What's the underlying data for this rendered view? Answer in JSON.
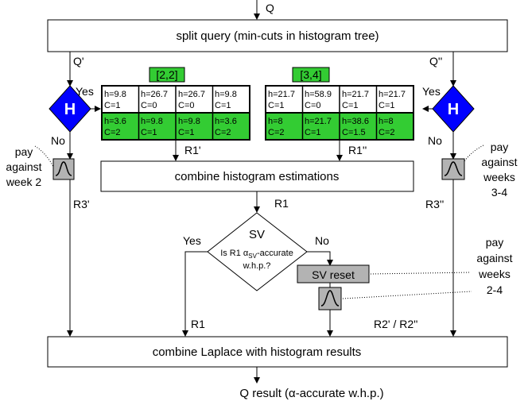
{
  "top": {
    "input_label": "Q",
    "output_label": "Q result (α-accurate w.h.p.)"
  },
  "split": {
    "label": "split query (min-cuts in histogram tree)"
  },
  "left": {
    "query_label": "Q'",
    "yes_label": "Yes",
    "no_label": "No",
    "diamond_label": "H",
    "pay_lines": [
      "pay",
      "against",
      "week 2"
    ],
    "result_label": "R3'"
  },
  "right": {
    "query_label": "Q''",
    "yes_label": "Yes",
    "no_label": "No",
    "diamond_label": "H",
    "pay_lines": [
      "pay",
      "against",
      "weeks",
      "3-4"
    ],
    "result_label": "R3''"
  },
  "grid1": {
    "header": "[2,2]",
    "top_row": [
      {
        "h": "h=9.8",
        "c": "C=1"
      },
      {
        "h": "h=26.7",
        "c": "C=0"
      },
      {
        "h": "h=26.7",
        "c": "C=0"
      },
      {
        "h": "h=9.8",
        "c": "C=1"
      }
    ],
    "bottom_row": [
      {
        "h": "h=3.6",
        "c": "C=2"
      },
      {
        "h": "h=9.8",
        "c": "C=1"
      },
      {
        "h": "h=9.8",
        "c": "C=1"
      },
      {
        "h": "h=3.6",
        "c": "C=2"
      }
    ],
    "result_label": "R1'"
  },
  "grid2": {
    "header": "[3,4]",
    "top_row": [
      {
        "h": "h=21.7",
        "c": "C=1"
      },
      {
        "h": "h=58.9",
        "c": "C=0"
      },
      {
        "h": "h=21.7",
        "c": "C=1"
      },
      {
        "h": "h=21.7",
        "c": "C=1"
      }
    ],
    "bottom_row": [
      {
        "h": "h=8",
        "c": "C=2"
      },
      {
        "h": "h=21.7",
        "c": "C=1"
      },
      {
        "h": "h=38.6",
        "c": "C=1.5"
      },
      {
        "h": "h=8",
        "c": "C=2"
      }
    ],
    "result_label": "R1''"
  },
  "combine_hist": {
    "label": "combine histogram estimations",
    "output_label": "R1"
  },
  "sv": {
    "title": "SV",
    "question_line1": "Is R1 α",
    "question_sub": "SV",
    "question_line1_end": "-accurate",
    "question_line2": "w.h.p.?",
    "yes_label": "Yes",
    "no_label": "No",
    "reset_label": "SV reset",
    "pay_lines": [
      "pay",
      "against",
      "weeks",
      "2-4"
    ]
  },
  "bottom_labels": {
    "r1": "R1",
    "r2": "R2' / R2''"
  },
  "combine_laplace": {
    "label": "combine Laplace with histogram results"
  },
  "colors": {
    "green": "#33cc33",
    "blue": "#0000ff",
    "gray": "#b3b3b3",
    "line": "#000000"
  }
}
